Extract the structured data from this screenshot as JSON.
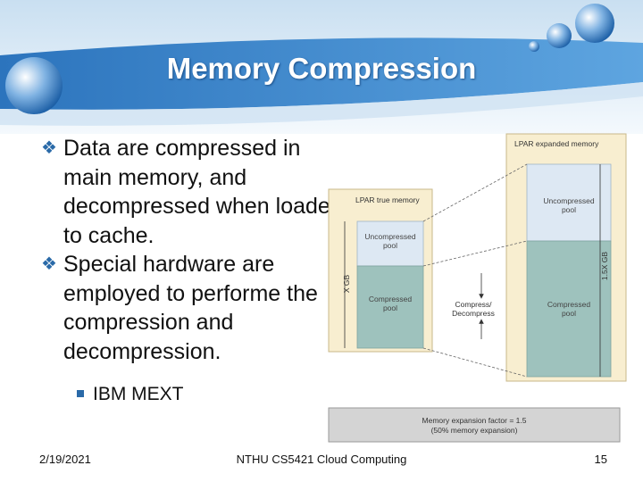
{
  "slide": {
    "title": "Memory Compression",
    "bullets": [
      {
        "text": "Data are compressed in main memory, and decompressed when loaded to cache."
      },
      {
        "text": "Special hardware are employed to performe the compression and decompression."
      }
    ],
    "sub_bullet": "IBM MEXT",
    "footer": {
      "date": "2/19/2021",
      "course": "NTHU CS5421 Cloud Computing",
      "page": "15"
    },
    "bullet_icon": "diamond-cluster-icon",
    "accent_color": "#2a6aa8"
  },
  "diagram": {
    "expanded_title": "LPAR expanded memory",
    "true_title": "LPAR true memory",
    "uncompressed_pool": "Uncompressed pool",
    "compressed_pool": "Compressed pool",
    "compress_label": "Compress/ Decompress",
    "x_gb": "X GB",
    "expanded_gb": "1.5X GB",
    "factor_line1": "Memory expansion factor = 1.5",
    "factor_line2": "(50% memory expansion)",
    "colors": {
      "uncompressed": "#dde8f3",
      "compressed": "#9ec2bd",
      "frame": "#f8eed0"
    }
  }
}
